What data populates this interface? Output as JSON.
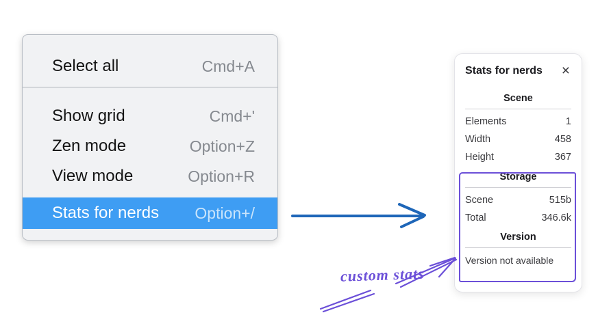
{
  "menu": {
    "items": [
      {
        "label": "Select all",
        "shortcut": "Cmd+A",
        "selected": false
      },
      {
        "label": "Show grid",
        "shortcut": "Cmd+'",
        "selected": false
      },
      {
        "label": "Zen mode",
        "shortcut": "Option+Z",
        "selected": false
      },
      {
        "label": "View mode",
        "shortcut": "Option+R",
        "selected": false
      },
      {
        "label": "Stats for nerds",
        "shortcut": "Option+/",
        "selected": true
      }
    ]
  },
  "stats_panel": {
    "title": "Stats for nerds",
    "close_icon": "×",
    "sections": [
      {
        "heading": "Scene",
        "rows": [
          {
            "label": "Elements",
            "value": "1"
          },
          {
            "label": "Width",
            "value": "458"
          },
          {
            "label": "Height",
            "value": "367"
          }
        ]
      },
      {
        "heading": "Storage",
        "rows": [
          {
            "label": "Scene",
            "value": "515b"
          },
          {
            "label": "Total",
            "value": "346.6k"
          }
        ]
      },
      {
        "heading": "Version",
        "rows": [],
        "note": "Version not available"
      }
    ]
  },
  "annotation": {
    "text": "custom stats"
  },
  "colors": {
    "menu_highlight": "#3e9df3",
    "menu_background": "#f1f2f4",
    "arrow_blue": "#1e66b8",
    "annotation_purple": "#6b4fd8"
  }
}
